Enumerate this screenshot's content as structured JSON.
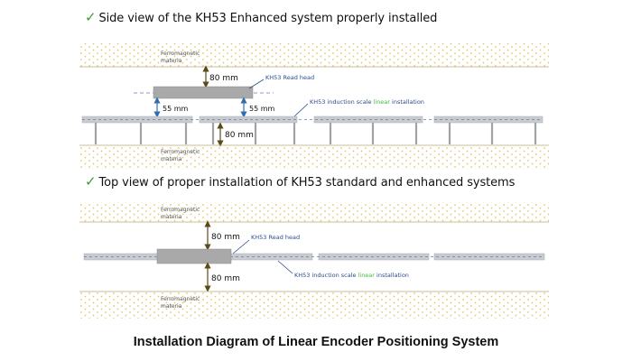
{
  "side_view": {
    "title": "Side view of the KH53 Enhanced system properly installed",
    "ferro_top": [
      "Ferromagnetic",
      "materia"
    ],
    "ferro_bottom": [
      "Ferromagnetic",
      "materia"
    ],
    "dim_top": "80 mm",
    "dim_gap_left": "55 mm",
    "dim_gap_right": "55 mm",
    "dim_bottom": "80 mm",
    "read_head_label": "KH53 Read head",
    "scale_label_pre": "KH53 induction scale ",
    "scale_label_highlight": "linear",
    "scale_label_post": " installation"
  },
  "top_view": {
    "title": "Top view of proper installation of KH53 standard and enhanced systems",
    "ferro_top": [
      "Ferromagnetic",
      "materia"
    ],
    "ferro_bottom": [
      "Ferromagnetic",
      "materia"
    ],
    "dim_top": "80 mm",
    "dim_bottom": "80 mm",
    "read_head_label": "KH53 Read head",
    "scale_label_pre": "KH53 induction scale ",
    "scale_label_highlight": "linear",
    "scale_label_post": " installation"
  },
  "caption": "Installation Diagram of Linear Encoder Positioning System",
  "colors": {
    "checkmark": "#3a9e2b",
    "dimension_arrow": "#5a4a1a",
    "gap_arrow": "#2f6fb0",
    "label_blue": "#2b4c8c",
    "highlight": "#3cbf3c",
    "rail": "#c8ccd0",
    "dots": "#e2c76a"
  }
}
